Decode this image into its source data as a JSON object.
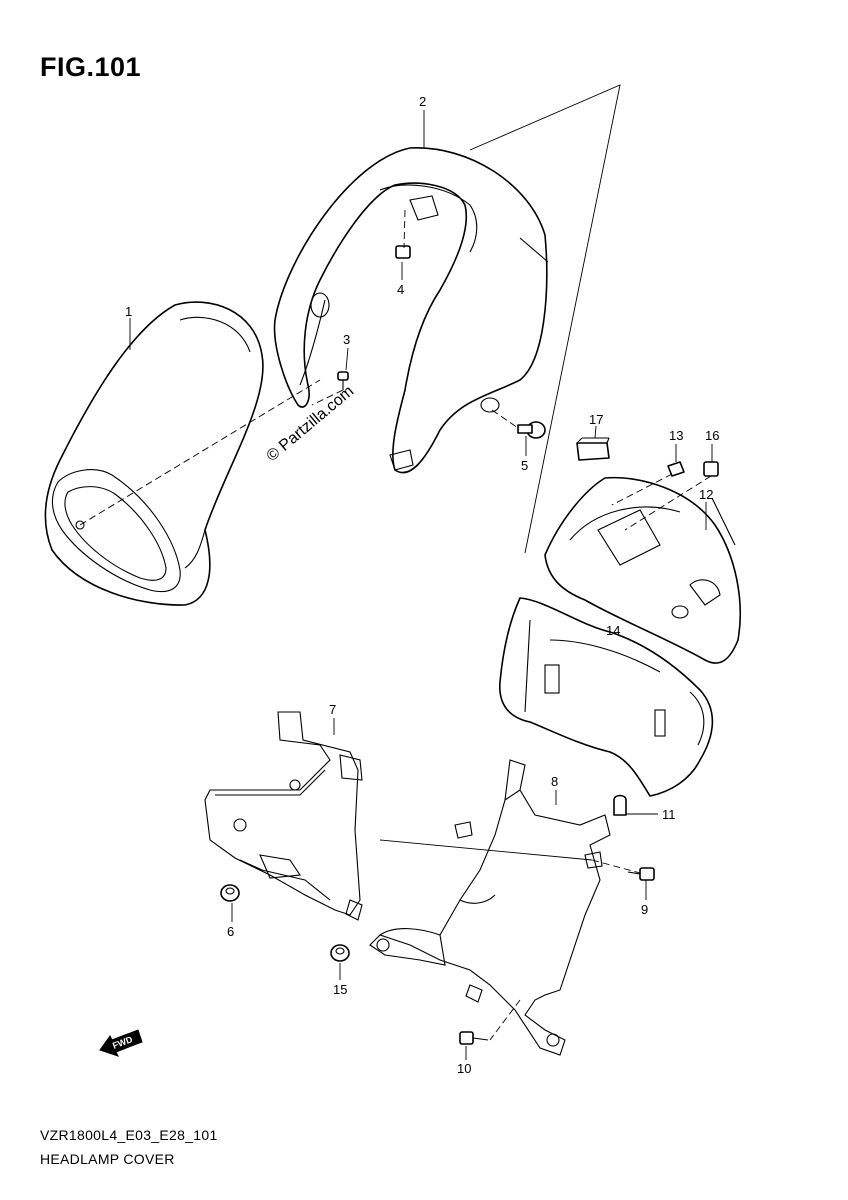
{
  "figure": {
    "title": "FIG.101",
    "code": "VZR1800L4_E03_E28_101",
    "name": "HEADLAMP COVER",
    "watermark": "© Partzilla.com",
    "fwd_label": "FWD"
  },
  "callouts": [
    "1",
    "2",
    "3",
    "4",
    "5",
    "6",
    "7",
    "8",
    "9",
    "10",
    "11",
    "12",
    "13",
    "14",
    "15",
    "16",
    "17"
  ]
}
